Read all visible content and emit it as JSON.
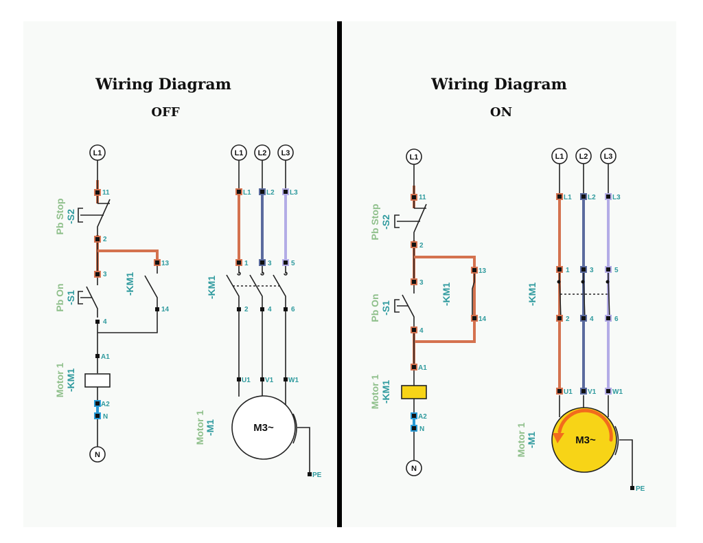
{
  "colors": {
    "panel_bg": "#f8faf8",
    "divider": "#000000",
    "live_L1": "#d4724f",
    "live_L2": "#5b6b9e",
    "live_L3": "#b3ace6",
    "neutral": "#2a9bd6",
    "coil_active": "#f7d417",
    "motor_active": "#f7d417",
    "rotation_arrow": "#f26b1d",
    "terminal_label": "#2f9a9e",
    "device_name": "#8ebf8a"
  },
  "panels": [
    {
      "state": "off",
      "title": "Wiring Diagram",
      "subtitle": "OFF",
      "control": {
        "supply": "L1",
        "neutral": "N",
        "stop_button": {
          "name": "Pb Stop",
          "tag": "-S2",
          "terminals": [
            "11",
            "2"
          ]
        },
        "start_button": {
          "name": "Pb On",
          "tag": "-S1",
          "terminals": [
            "3",
            "4"
          ]
        },
        "aux_contact": {
          "tag": "-KM1",
          "terminals": [
            "13",
            "14"
          ],
          "closed": false
        },
        "coil": {
          "name": "Motor 1",
          "tag": "-KM1",
          "terminals": [
            "A1",
            "A2"
          ],
          "energized": false
        },
        "neutral_terminal": "N"
      },
      "power": {
        "supplies": [
          "L1",
          "L2",
          "L3"
        ],
        "input_terminals": [
          "L1",
          "L2",
          "L3"
        ],
        "contactor": {
          "tag": "-KM1",
          "line_terminals": [
            "1",
            "3",
            "5"
          ],
          "load_terminals": [
            "2",
            "4",
            "6"
          ],
          "closed": false
        },
        "motor": {
          "name": "Motor 1",
          "tag": "-M1",
          "label": "M3~",
          "terminals": [
            "U1",
            "V1",
            "W1"
          ],
          "earth": "PE",
          "running": false
        }
      }
    },
    {
      "state": "on",
      "title": "Wiring Diagram",
      "subtitle": "ON",
      "control": {
        "supply": "L1",
        "neutral": "N",
        "stop_button": {
          "name": "Pb Stop",
          "tag": "-S2",
          "terminals": [
            "11",
            "2"
          ]
        },
        "start_button": {
          "name": "Pb On",
          "tag": "-S1",
          "terminals": [
            "3",
            "4"
          ]
        },
        "aux_contact": {
          "tag": "-KM1",
          "terminals": [
            "13",
            "14"
          ],
          "closed": true
        },
        "coil": {
          "name": "Motor 1",
          "tag": "-KM1",
          "terminals": [
            "A1",
            "A2"
          ],
          "energized": true
        },
        "neutral_terminal": "N"
      },
      "power": {
        "supplies": [
          "L1",
          "L2",
          "L3"
        ],
        "input_terminals": [
          "L1",
          "L2",
          "L3"
        ],
        "contactor": {
          "tag": "-KM1",
          "line_terminals": [
            "1",
            "3",
            "5"
          ],
          "load_terminals": [
            "2",
            "4",
            "6"
          ],
          "closed": true
        },
        "motor": {
          "name": "Motor 1",
          "tag": "-M1",
          "label": "M3~",
          "terminals": [
            "U1",
            "V1",
            "W1"
          ],
          "earth": "PE",
          "running": true
        }
      }
    }
  ]
}
